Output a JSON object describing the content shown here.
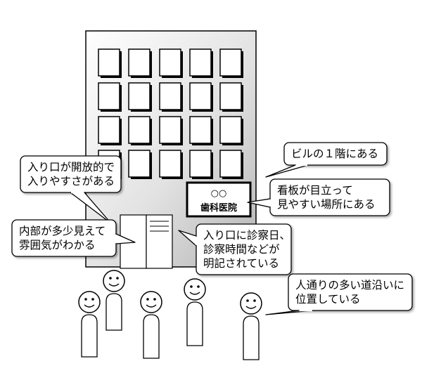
{
  "sign": {
    "circles": "○○",
    "name": "歯科医院"
  },
  "callouts": {
    "entrance_open": [
      "入り口が開放的で",
      "入りやすさがある"
    ],
    "first_floor": [
      "ビルの１階にある"
    ],
    "signboard": [
      "看板が目立って",
      "見やすい場所にある"
    ],
    "interior": [
      "内部が多少見えて",
      "雰囲気がわかる"
    ],
    "hours": [
      "入り口に診察日、",
      "診察時間などが",
      "明記されている"
    ],
    "street": [
      "人通りの多い道沿いに",
      "位置している"
    ]
  },
  "colors": {
    "building_light": "#ffffff",
    "building_dark": "#b8b8b8",
    "outline": "#000000",
    "bubble_fill": "#ffffff"
  }
}
